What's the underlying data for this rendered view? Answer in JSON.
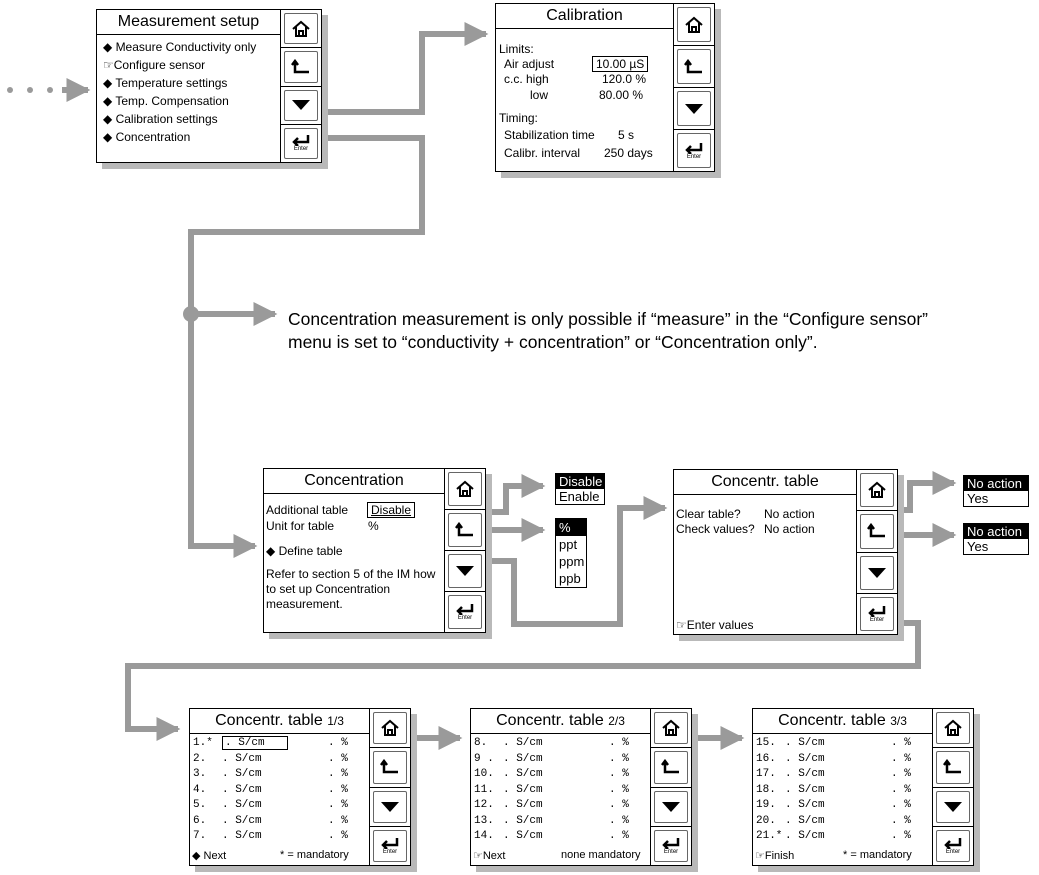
{
  "measurement_setup": {
    "title": "Measurement setup",
    "items": [
      "Measure Conductivity only",
      "Configure sensor",
      "Temperature settings",
      "Temp. Compensation",
      "Calibration settings",
      "Concentration"
    ]
  },
  "calibration": {
    "title": "Calibration",
    "limits_label": "Limits:",
    "air_adjust_label": "Air adjust",
    "air_adjust_value": "10.00 µS",
    "cc_high_label": "c.c.  high",
    "cc_high_value": "120.0 %",
    "low_label": "low",
    "low_value": "80.00 %",
    "timing_label": "Timing:",
    "stab_label": "Stabilization time",
    "stab_value": "5   s",
    "interval_label": "Calibr. interval",
    "interval_value": "250   days"
  },
  "note": "Concentration measurement is only possible if “measure” in the “Configure sensor” menu is set to “conductivity + concentration” or “Concentration only”.",
  "concentration": {
    "title": "Concentration",
    "add_table_label": "Additional table",
    "add_table_value": "Disable",
    "unit_label": "Unit for table",
    "unit_value": "%",
    "define_table": "Define table",
    "refer_text": "Refer to section 5 of the IM how to set up Concentration measurement."
  },
  "disable_enable_options": [
    "Disable",
    "Enable"
  ],
  "unit_options": [
    "%",
    "ppt",
    "ppm",
    "ppb"
  ],
  "concentr_table": {
    "title": "Concentr. table",
    "clear_label": "Clear table?",
    "clear_value": "No action",
    "check_label": "Check values?",
    "check_value": "No action",
    "enter_values": "Enter values"
  },
  "action_options_1": [
    "No action",
    "Yes"
  ],
  "action_options_2": [
    "No action",
    "Yes"
  ],
  "table_pages": [
    {
      "title": "Concentr. table",
      "page": "1/3",
      "rows": [
        [
          "1.*",
          ".  S/cm",
          ".  %"
        ],
        [
          "2.",
          ".  S/cm",
          ".  %"
        ],
        [
          "3.",
          ".  S/cm",
          ".  %"
        ],
        [
          "4.",
          ".  S/cm",
          ".  %"
        ],
        [
          "5.",
          ".  S/cm",
          ".  %"
        ],
        [
          "6.",
          ".  S/cm",
          ".  %"
        ],
        [
          "7.",
          ".  S/cm",
          ".  %"
        ]
      ],
      "footer_left": "Next",
      "footer_right": "* = mandatory"
    },
    {
      "title": "Concentr. table",
      "page": "2/3",
      "rows": [
        [
          "8.",
          ".  S/cm",
          ".  %"
        ],
        [
          "9 .",
          ".  S/cm",
          ".  %"
        ],
        [
          "10.",
          ".  S/cm",
          ".  %"
        ],
        [
          "11.",
          ".  S/cm",
          ".  %"
        ],
        [
          "12.",
          ".  S/cm",
          ".  %"
        ],
        [
          "13.",
          ".  S/cm",
          ".  %"
        ],
        [
          "14.",
          ".  S/cm",
          ".  %"
        ]
      ],
      "footer_left": "Next",
      "footer_right": "none mandatory"
    },
    {
      "title": "Concentr. table",
      "page": "3/3",
      "rows": [
        [
          "15.",
          ".  S/cm",
          ".  %"
        ],
        [
          "16.",
          ".  S/cm",
          ".  %"
        ],
        [
          "17.",
          ".  S/cm",
          ".  %"
        ],
        [
          "18.",
          ".  S/cm",
          ".  %"
        ],
        [
          "19.",
          ".  S/cm",
          ".  %"
        ],
        [
          "20.",
          ".  S/cm",
          ".  %"
        ],
        [
          "21.*",
          ".  S/cm",
          ".  %"
        ]
      ],
      "footer_left": "Finish",
      "footer_right": "* = mandatory"
    }
  ],
  "key_enter_label": "Enter",
  "colors": {
    "wire": "#9a9a9a",
    "shadow": "#b9b9b9"
  }
}
